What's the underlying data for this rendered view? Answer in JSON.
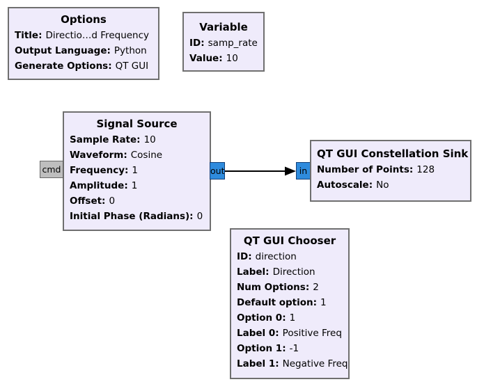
{
  "app": "GNU Radio Companion flowgraph canvas",
  "colors": {
    "canvas_background": "#ffffff",
    "block_fill": "#efebfb",
    "block_border": "#6f6f6f",
    "stream_port_fill": "#2e8bdd",
    "stream_port_border": "#123f78",
    "message_port_fill": "#bebebe",
    "connection": "#000000"
  },
  "blocks": {
    "options": {
      "title": "Options",
      "params": [
        {
          "label": "Title:",
          "value": "Directio…d Frequency"
        },
        {
          "label": "Output Language:",
          "value": "Python"
        },
        {
          "label": "Generate Options:",
          "value": "QT GUI"
        }
      ]
    },
    "variable": {
      "title": "Variable",
      "params": [
        {
          "label": "ID:",
          "value": "samp_rate"
        },
        {
          "label": "Value:",
          "value": "10"
        }
      ]
    },
    "signal_source": {
      "title": "Signal Source",
      "params": [
        {
          "label": "Sample Rate:",
          "value": "10"
        },
        {
          "label": "Waveform:",
          "value": "Cosine"
        },
        {
          "label": "Frequency:",
          "value": "1"
        },
        {
          "label": "Amplitude:",
          "value": "1"
        },
        {
          "label": "Offset:",
          "value": "0"
        },
        {
          "label": "Initial Phase (Radians):",
          "value": "0"
        }
      ],
      "ports": {
        "cmd": "cmd",
        "out": "out"
      }
    },
    "constellation_sink": {
      "title": "QT GUI Constellation Sink",
      "params": [
        {
          "label": "Number of Points:",
          "value": "128"
        },
        {
          "label": "Autoscale:",
          "value": "No"
        }
      ],
      "ports": {
        "in": "in"
      }
    },
    "chooser": {
      "title": "QT GUI Chooser",
      "params": [
        {
          "label": "ID:",
          "value": "direction"
        },
        {
          "label": "Label:",
          "value": "Direction"
        },
        {
          "label": "Num Options:",
          "value": "2"
        },
        {
          "label": "Default option:",
          "value": "1"
        },
        {
          "label": "Option 0:",
          "value": "1"
        },
        {
          "label": "Label 0:",
          "value": "Positive Freq"
        },
        {
          "label": "Option 1:",
          "value": "-1"
        },
        {
          "label": "Label 1:",
          "value": "Negative Freq"
        }
      ]
    }
  }
}
